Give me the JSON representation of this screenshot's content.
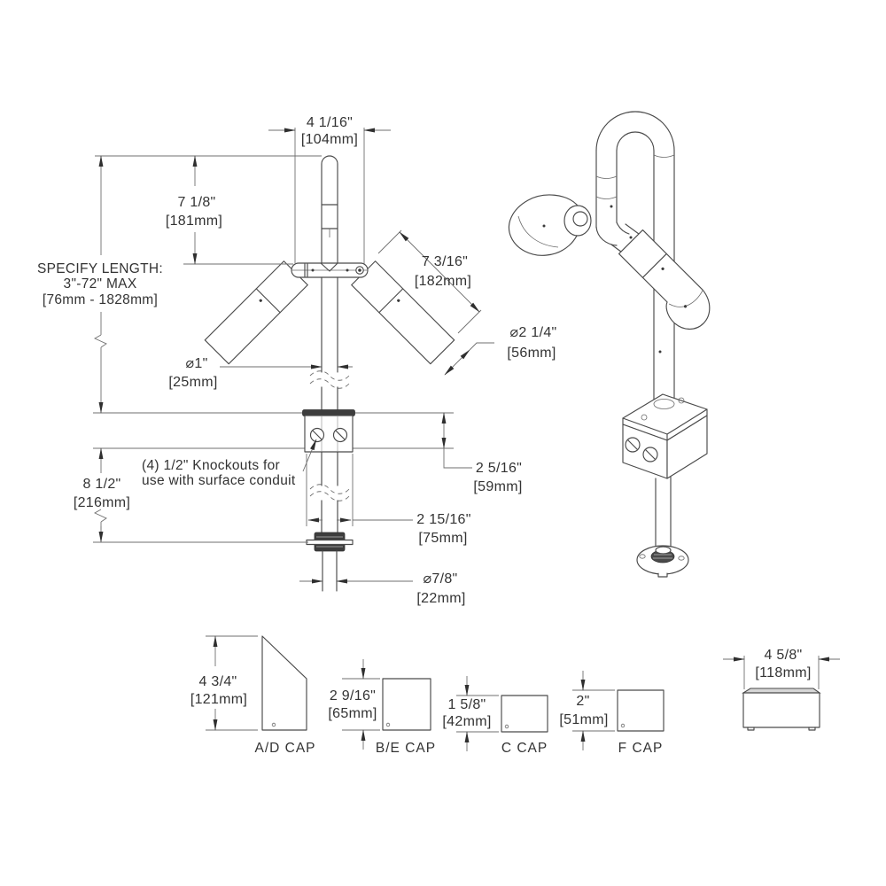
{
  "dims": {
    "bar_width": {
      "in": "4 1/16\"",
      "mm": "[104mm]"
    },
    "top_to_bar": {
      "in": "7 1/8\"",
      "mm": "[181mm]"
    },
    "specify_length": {
      "l1": "SPECIFY LENGTH:",
      "l2": "3\"-72\" MAX",
      "l3": "[76mm - 1828mm]"
    },
    "head_length": {
      "in": "7 3/16\"",
      "mm": "[182mm]"
    },
    "head_dia": {
      "in": "⌀2 1/4\"",
      "mm": "[56mm]"
    },
    "pole_dia": {
      "in": "⌀1\"",
      "mm": "[25mm]"
    },
    "box_depth": {
      "in": "2 5/16\"",
      "mm": "[59mm]"
    },
    "below_grade": {
      "in": "8 1/2\"",
      "mm": "[216mm]"
    },
    "box_width": {
      "in": "2 15/16\"",
      "mm": "[75mm]"
    },
    "stub_dia": {
      "in": "⌀7/8\"",
      "mm": "[22mm]"
    },
    "lid_width": {
      "in": "4 5/8\"",
      "mm": "[118mm]"
    }
  },
  "note": {
    "l1": "(4) 1/2\" Knockouts for",
    "l2": "use with surface conduit"
  },
  "caps": {
    "ad": {
      "label": "A/D CAP",
      "in": "4 3/4\"",
      "mm": "[121mm]"
    },
    "be": {
      "label": "B/E CAP",
      "in": "2 9/16\"",
      "mm": "[65mm]"
    },
    "c": {
      "label": "C CAP",
      "in": "1 5/8\"",
      "mm": "[42mm]"
    },
    "f": {
      "label": "F CAP",
      "in": "2\"",
      "mm": "[51mm]"
    }
  },
  "colors": {
    "line": "#4a4a4a",
    "dim": "#6f6f6f",
    "text": "#333333",
    "dark_fill": "#3d3d3d",
    "lid_fill": "#d6d6d6",
    "background": "#ffffff"
  }
}
